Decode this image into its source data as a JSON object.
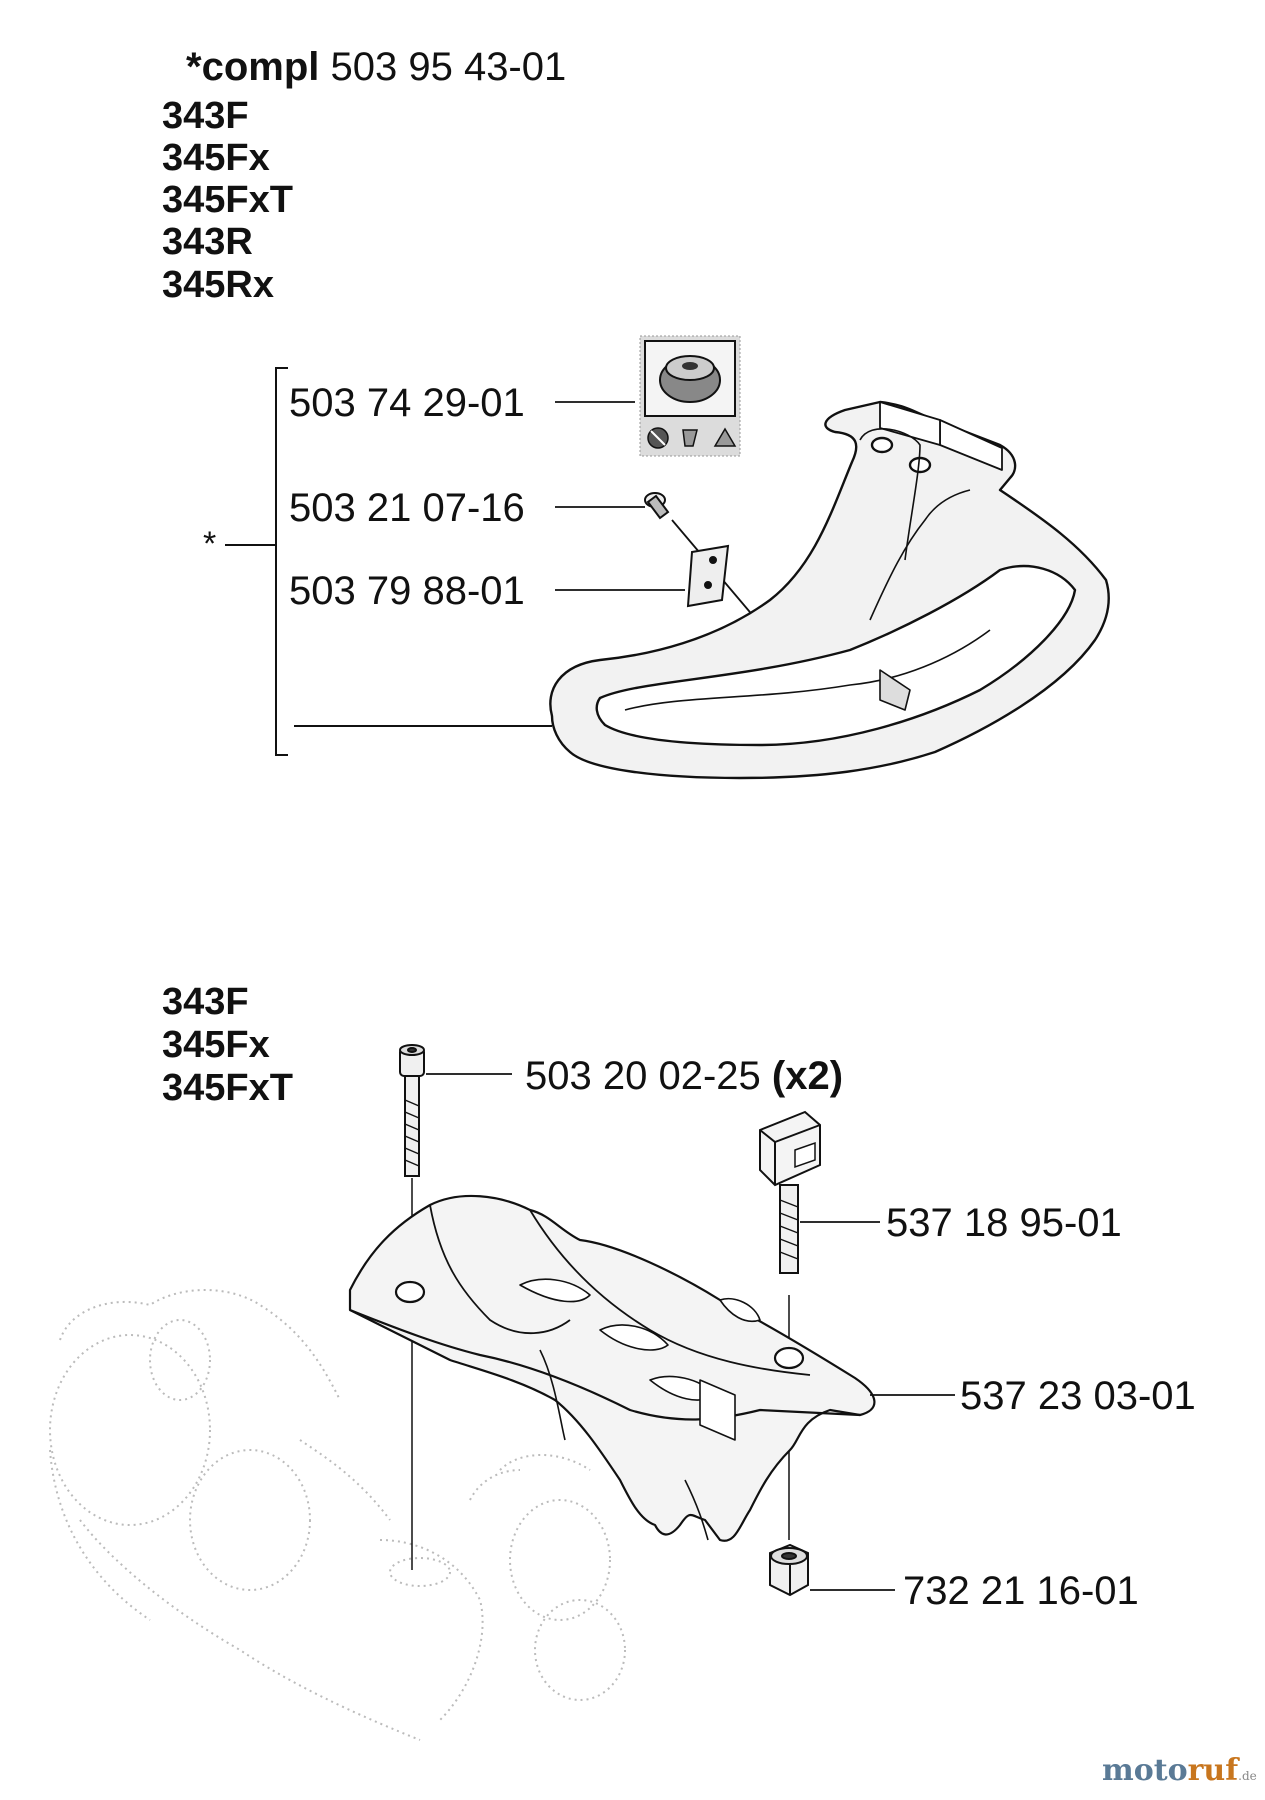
{
  "top": {
    "compl_prefix": "*compl",
    "compl_number": "503 95 43-01",
    "models": [
      "343F",
      "345Fx",
      "345FxT",
      "343R",
      "345Rx"
    ],
    "star": "*",
    "parts": [
      "503 74 29-01",
      "503 21 07-16",
      "503 79 88-01"
    ]
  },
  "bottom": {
    "models": [
      "343F",
      "345Fx",
      "345FxT"
    ],
    "screw_number": "503 20 02-25",
    "screw_qty": "(x2)",
    "parts": [
      "537 18 95-01",
      "537 23 03-01",
      "732 21 16-01"
    ]
  },
  "watermark": {
    "main_a": "moto",
    "main_b": "ruf",
    "suffix": ".de"
  },
  "icons": [
    "trimmer-head-icon",
    "circle-blade-icon",
    "grass-blade-icon",
    "triangle-blade-icon"
  ],
  "colors": {
    "ink": "#111111",
    "ghost": "#bbbbbb",
    "watermark_blue": "#5a7a96",
    "watermark_orange": "#c8761e"
  }
}
